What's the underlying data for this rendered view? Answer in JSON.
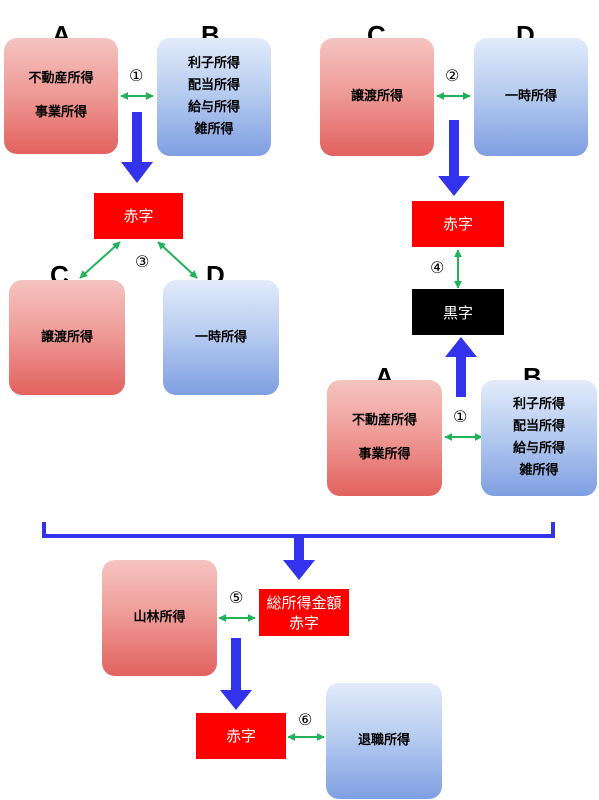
{
  "labels": {
    "a": "A",
    "b": "B",
    "c": "C",
    "d": "D"
  },
  "income": {
    "real_estate": "不動産所得",
    "business": "事業所得",
    "interest": "利子所得",
    "dividend": "配当所得",
    "salary": "給与所得",
    "misc": "雑所得",
    "transfer": "譲渡所得",
    "occasional": "一時所得",
    "forestry": "山林所得",
    "retirement": "退職所得"
  },
  "status": {
    "deficit": "赤字",
    "surplus": "黒字",
    "total_income": "総所得金額"
  },
  "steps": {
    "s1": "①",
    "s2": "②",
    "s3": "③",
    "s4": "④",
    "s5": "⑤",
    "s6": "⑥"
  },
  "colors": {
    "deficit_box": "#ff0000",
    "surplus_box": "#000000",
    "flow_arrow": "#3333ee",
    "offset_arrow": "#22b35a"
  }
}
